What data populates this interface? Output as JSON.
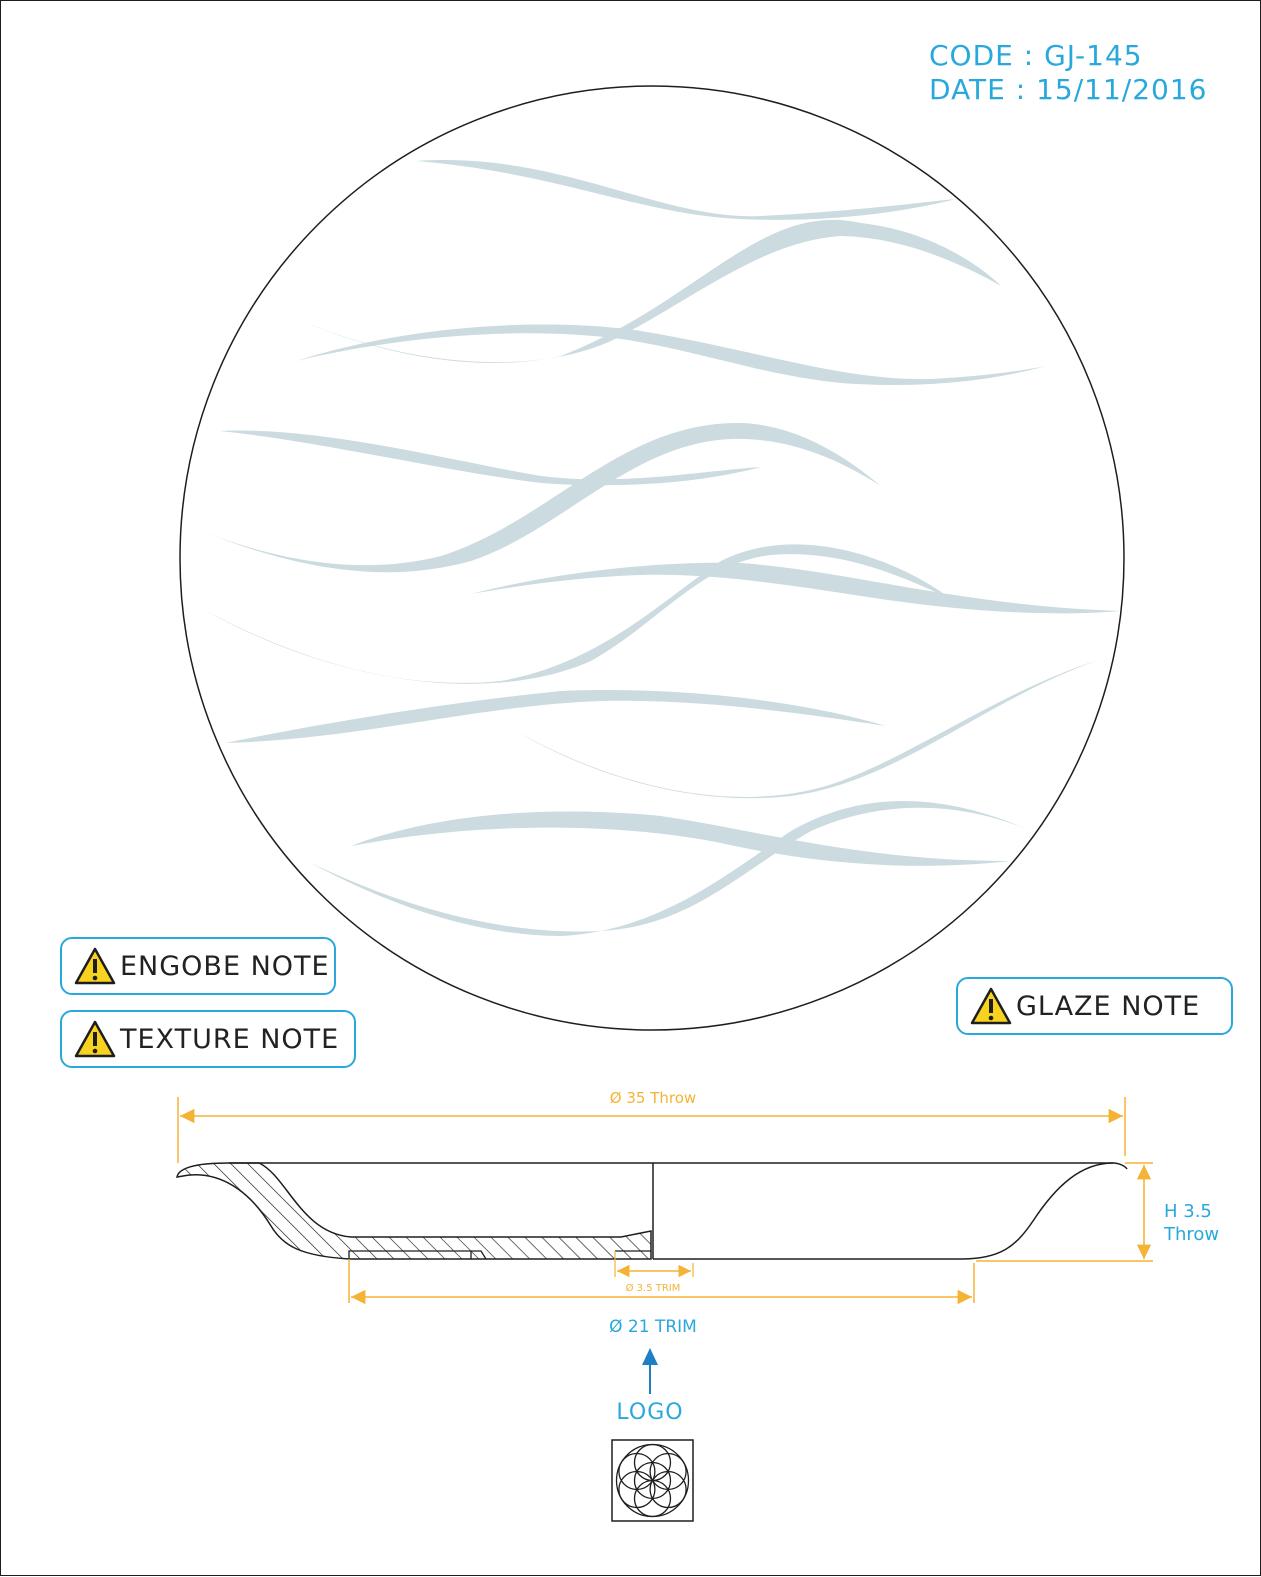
{
  "header": {
    "code_label": "CODE",
    "code_value": "GJ-145",
    "date_label": "DATE",
    "date_value": "15/11/2016"
  },
  "notes": {
    "engobe": "ENGOBE NOTE",
    "texture": "TEXTURE NOTE",
    "glaze": "GLAZE NOTE"
  },
  "dimensions": {
    "throw_diameter": "Ø 35 Throw",
    "height_line1": "H 3.5",
    "height_line2": "Throw",
    "foot_ring": "Ø 3.5 TRIM",
    "trim_diameter": "Ø 21 TRIM"
  },
  "logo": {
    "label": "LOGO"
  },
  "colors": {
    "dimension": "#f5b335",
    "annotation": "#29a8dc",
    "pattern": "#cbdbe0",
    "warning": "#f7d21e",
    "outline": "#1e1e1e"
  }
}
